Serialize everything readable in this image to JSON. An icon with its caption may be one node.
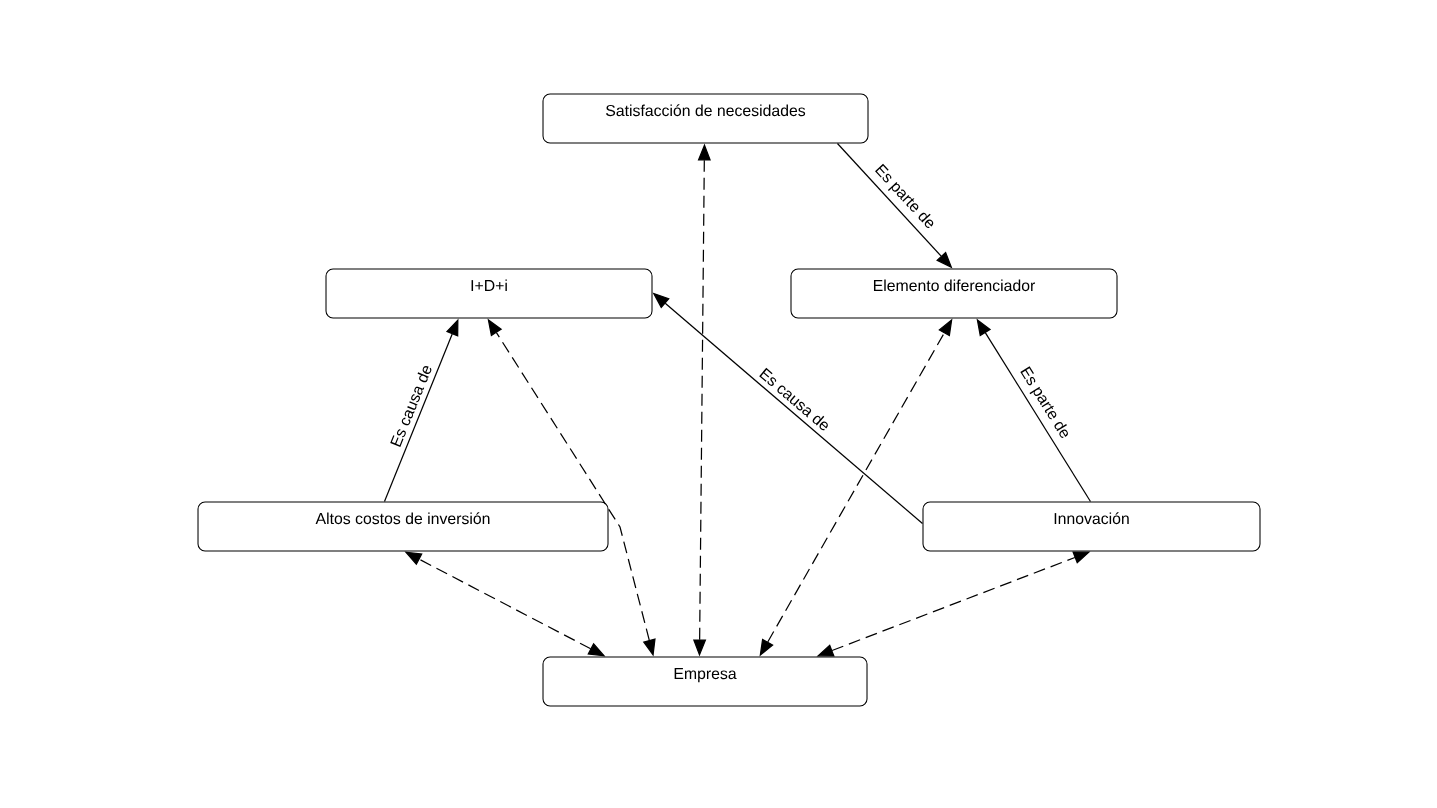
{
  "diagram": {
    "nodes": [
      {
        "text": [
          "Satisfacción de necesidades"
        ]
      },
      {
        "text": [
          "I+D+i"
        ]
      },
      {
        "text": [
          "Elemento diferenciador"
        ]
      },
      {
        "text": [
          "Altos costos de inversión"
        ]
      },
      {
        "text": [
          "Innovación"
        ]
      },
      {
        "text": [
          "Empresa"
        ]
      }
    ],
    "edges": [
      {
        "from": 0,
        "to": 2,
        "arrow": "to",
        "label": "Es parte de"
      },
      {
        "from": 3,
        "to": 1,
        "arrow": "to",
        "label": "Es causa de"
      },
      {
        "from": 4,
        "to": 1,
        "arrow": "to",
        "label": "Es causa de"
      },
      {
        "from": 4,
        "to": 2,
        "arrow": "to",
        "label": "Es parte de"
      },
      {
        "from": 5,
        "to": 0,
        "arrow": "both",
        "style": "dashed"
      },
      {
        "from": 5,
        "to": 3,
        "arrow": "both",
        "style": "dashed"
      },
      {
        "from": 5,
        "to": 1,
        "arrow": "both",
        "style": "dashed"
      },
      {
        "from": 5,
        "to": 2,
        "arrow": "both",
        "style": "dashed"
      },
      {
        "from": 5,
        "to": 4,
        "arrow": "both",
        "style": "dashed"
      }
    ]
  }
}
